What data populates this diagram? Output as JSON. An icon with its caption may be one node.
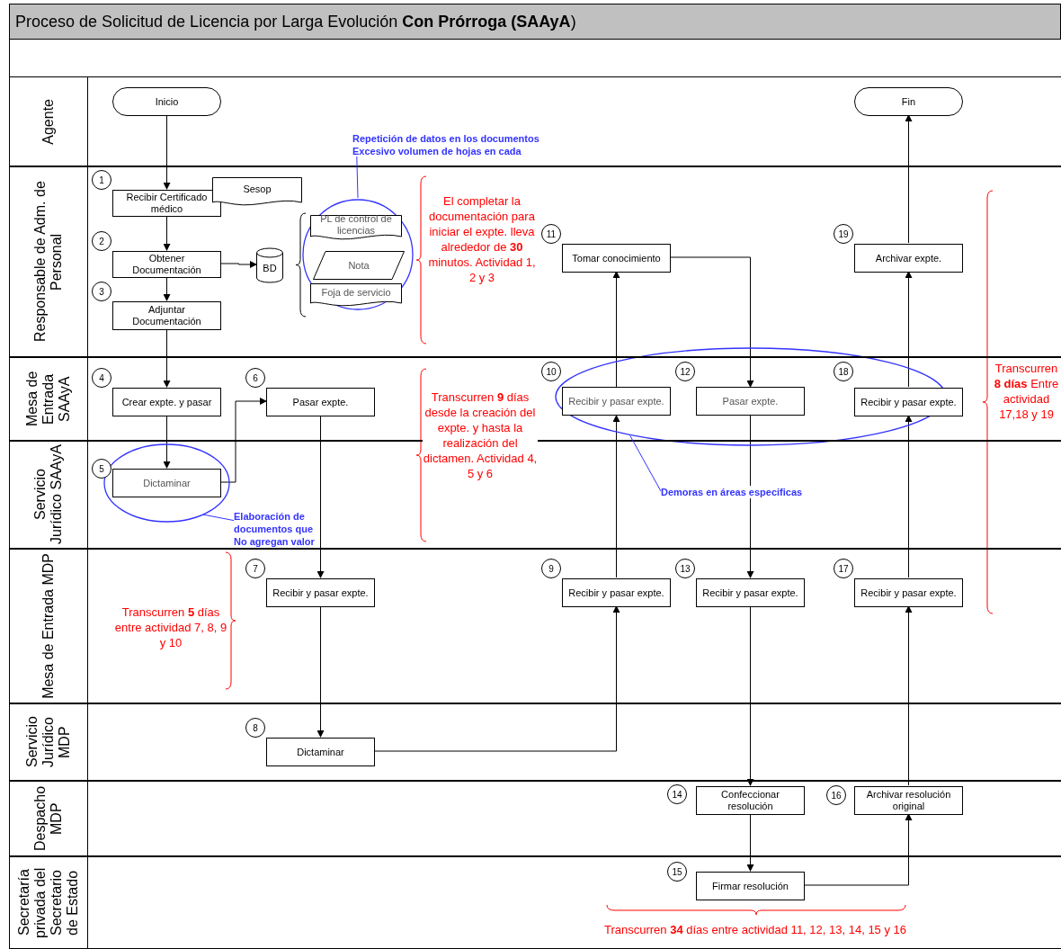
{
  "diagram": {
    "title": "Proceso de Solicitud de Licencia por Larga Evolución **Con Prórroga (SAAyA**)",
    "nodes": [
      {
        "text": [
          "Agente"
        ]
      },
      {
        "text": [
          "Inicio"
        ],
        "in": 0
      },
      {
        "text": [
          "Fin"
        ],
        "in": 0
      },
      {
        "text": [
          "Repetición de datos en los documentos Excesivo volumen de hojas en cada"
        ],
        "in": 0
      },
      {
        "text": [
          "Responsable de Adm. de Personal"
        ]
      },
      {
        "text": [
          "Recibir Certificado médico"
        ],
        "in": 4,
        "beside": [
          "1"
        ]
      },
      {
        "text": [
          "Sesop"
        ],
        "in": 4
      },
      {
        "text": [
          "Obtener Documentación"
        ],
        "in": 4,
        "beside": [
          "2"
        ]
      },
      {
        "text": [
          "BD"
        ],
        "in": 4
      },
      {
        "text": [],
        "shape": "circle",
        "in": 4
      },
      {
        "text": [
          "PL de control de licencias"
        ],
        "in": 9
      },
      {
        "text": [
          "Nota"
        ],
        "in": 9
      },
      {
        "text": [
          "Foja de servicio"
        ],
        "in": 9
      },
      {
        "text": [
          "Adjuntar Documentación"
        ],
        "in": 4,
        "beside": [
          "3"
        ]
      },
      {
        "text": [
          "Tomar conocimiento"
        ],
        "in": 4,
        "beside": [
          "11"
        ]
      },
      {
        "text": [
          "Archivar expte."
        ],
        "in": 4,
        "beside": [
          "19"
        ]
      },
      {
        "text": [
          "Mesa de Entrada SAAyA"
        ]
      },
      {
        "text": [
          "Crear expte. y pasar"
        ],
        "in": 16,
        "beside": [
          "4"
        ]
      },
      {
        "text": [
          "Pasar expte."
        ],
        "in": 16,
        "beside": [
          "6"
        ]
      },
      {
        "text": [],
        "shape": "ellipse"
      },
      {
        "text": [
          "Recibir y pasar expte."
        ],
        "in": 19
      },
      {
        "text": [
          "Pasar expte."
        ],
        "in": 19
      },
      {
        "text": [
          "Recibir y pasar expte."
        ],
        "in": 16
      },
      {
        "text": [
          "Servicio Jurídico SAAyA"
        ]
      },
      {
        "text": [],
        "shape": "ellipse",
        "in": 23
      },
      {
        "text": [
          "Dictaminar"
        ],
        "in": 24,
        "beside": [
          "5"
        ]
      },
      {
        "text": [
          "Elaboración de documentos que No agregan valor"
        ],
        "in": 23
      },
      {
        "text": [
          "Demoras en áreas especificas"
        ],
        "in": 23
      },
      {
        "text": [
          "Mesa de Entrada MDP"
        ]
      },
      {
        "text": [
          "Recibir y pasar expte."
        ],
        "in": 28,
        "beside": [
          "7"
        ]
      },
      {
        "text": [
          "Recibir y pasar expte."
        ],
        "in": 28,
        "beside": [
          "9"
        ]
      },
      {
        "text": [
          "Recibir y pasar expte."
        ],
        "in": 28,
        "beside": [
          "13"
        ]
      },
      {
        "text": [
          "Recibir y pasar expte."
        ],
        "in": 28,
        "beside": [
          "17"
        ]
      },
      {
        "text": [
          "Servicio Jurídico MDP"
        ]
      },
      {
        "text": [
          "Dictaminar"
        ],
        "in": 33,
        "beside": [
          "8"
        ]
      },
      {
        "text": [
          "Despacho MDP"
        ]
      },
      {
        "text": [
          "Confeccionar resolución"
        ],
        "in": 35,
        "beside": [
          "14"
        ]
      },
      {
        "text": [
          "Archivar resolución original"
        ],
        "in": 35,
        "beside": [
          "16"
        ]
      },
      {
        "text": [
          "Secretaría privada del Secretario de Estado"
        ]
      },
      {
        "text": [
          "Firmar resolución"
        ],
        "in": 38,
        "beside": [
          "15"
        ]
      }
    ],
    "edges": [
      {
        "from": 1,
        "to": 5,
        "arrow": "to"
      },
      {
        "from": 5,
        "to": 7,
        "arrow": "to"
      },
      {
        "from": 7,
        "to": 8,
        "arrow": "to"
      },
      {
        "from": 7,
        "to": 13,
        "arrow": "to"
      },
      {
        "from": 13,
        "to": 17,
        "arrow": "to"
      },
      {
        "from": 17,
        "to": 25,
        "arrow": "to"
      },
      {
        "from": 25,
        "to": 18,
        "arrow": "to"
      },
      {
        "from": 18,
        "to": 29,
        "arrow": "to"
      },
      {
        "from": 29,
        "to": 34,
        "arrow": "to"
      },
      {
        "from": 34,
        "to": 30,
        "arrow": "to"
      },
      {
        "from": 30,
        "to": 20,
        "arrow": "to"
      },
      {
        "from": 20,
        "to": 14,
        "arrow": "to"
      },
      {
        "from": 14,
        "to": 21,
        "arrow": "to"
      },
      {
        "from": 21,
        "to": 31,
        "arrow": "to"
      },
      {
        "from": 31,
        "to": 36,
        "arrow": "to"
      },
      {
        "from": 36,
        "to": 39,
        "arrow": "to"
      },
      {
        "from": 39,
        "to": 37,
        "arrow": "to"
      },
      {
        "from": 37,
        "to": 32,
        "arrow": "to"
      },
      {
        "from": 32,
        "to": 22,
        "arrow": "to"
      },
      {
        "from": 22,
        "to": 15,
        "arrow": "to"
      },
      {
        "from": 15,
        "to": 2,
        "arrow": "to"
      },
      {
        "from": 3,
        "to": 9,
        "arrow": "none",
        "color": "#3333ff"
      },
      {
        "from": 26,
        "to": 24,
        "arrow": "none",
        "color": "#3333ff"
      },
      {
        "from": 27,
        "to": 19,
        "arrow": "none",
        "color": "#3333ff"
      }
    ],
    "labels": [
      "El completar la documentación para iniciar el expte. lleva alrededor de **30** minutos. Actividad 1, 2 y 3",
      "Transcurren **9** días desde la creación del expte. y hasta la realización del dictamen. Actividad 4, 5 y 6",
      "Transcurren **8 días** Entre actividad 17,18 y 19",
      "Transcurren **5** días entre actividad 7, 8, 9 y 10",
      "Transcurren **34** días entre actividad 11, 12, 13, 14, 15 y 16",
      "10",
      "12",
      "18"
    ]
  }
}
